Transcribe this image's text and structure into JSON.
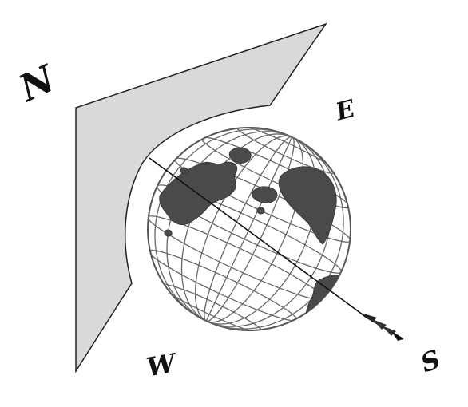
{
  "diagram": {
    "labels": {
      "north": "N",
      "east": "E",
      "south": "S",
      "west": "W"
    },
    "colors": {
      "panel_fill": "#d9d9d9",
      "panel_stroke": "#222222",
      "globe_lines": "#555555",
      "land": "#4a4a4a",
      "axis": "#111111",
      "background": "#ffffff"
    },
    "icons": {
      "arrow": "arrowhead-icon",
      "globe": "globe-icon"
    }
  }
}
